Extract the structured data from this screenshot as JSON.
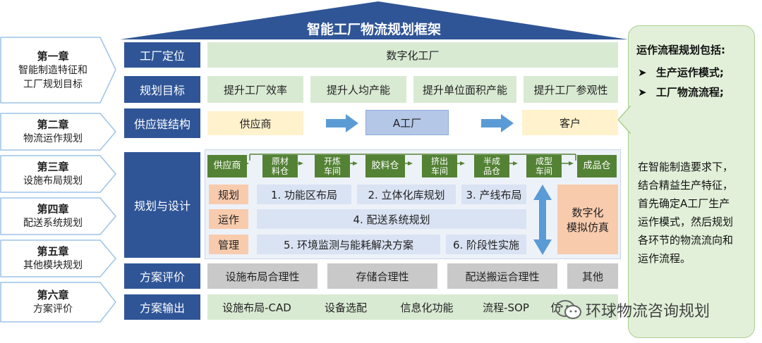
{
  "title": "智能工厂物流规划框架",
  "chapters": [
    {
      "num": "第一章",
      "name": "智能制造特征和\n工厂规划目标"
    },
    {
      "num": "第二章",
      "name": "物流运作规划"
    },
    {
      "num": "第三章",
      "name": "设施布局规划"
    },
    {
      "num": "第四章",
      "name": "配送系统规划"
    },
    {
      "num": "第五章",
      "name": "其他模块规划"
    },
    {
      "num": "第六章",
      "name": "方案评价"
    }
  ],
  "rows": {
    "positioning": {
      "label": "工厂定位",
      "value": "数字化工厂"
    },
    "goals": {
      "label": "规划目标",
      "items": [
        "提升工厂效率",
        "提升人均产能",
        "提升单位面积产能",
        "提升工厂参观性"
      ]
    },
    "supply": {
      "label": "供应链结构",
      "items": [
        "供应商",
        "A工厂",
        "客户"
      ]
    },
    "design": {
      "label": "规划与设计",
      "flow": [
        "供应商",
        "原材\n料仓",
        "开炼\n车间",
        "胶料仓",
        "挤出\n车间",
        "半成\n品仓",
        "成型\n车间",
        "成品仓"
      ],
      "categories": [
        "规划",
        "运作",
        "管理"
      ],
      "modules": {
        "m1": "1. 功能区布局",
        "m2": "2. 立体化库规划",
        "m3": "3. 产线布局",
        "m4": "4. 配送系统规划",
        "m5": "5. 环境监测与能耗解决方案",
        "m6": "6. 阶段性实施"
      },
      "sim": "数字化\n模拟仿真"
    },
    "evaluation": {
      "label": "方案评价",
      "items": [
        "设施布局合理性",
        "存储合理性",
        "配送搬运合理性",
        "其他"
      ]
    },
    "output": {
      "label": "方案输出",
      "items": [
        "设施布局-CAD",
        "设备选配",
        "信息化功能",
        "流程-SOP",
        "仿"
      ]
    }
  },
  "sidebar": {
    "heading": "运作流程规划包括:",
    "bullets": [
      "生产运作模式;",
      "工厂物流流程;"
    ],
    "body": "在智能制造要求下，\n结合精益生产特征，\n首先确定A工厂生产\n运作模式，然后规划\n各环节的物流流向和\n运作流程。"
  },
  "watermark": "环球物流咨询规划",
  "colors": {
    "navy": "#2f5597",
    "green_box": "#d9ead3",
    "node_green": "#548235",
    "gray_box": "#c9c9c9",
    "peach": "#f8cbad",
    "light_blue": "#dae3f3",
    "yellow": "#fff2cc",
    "sidebar_bg": "#e2f0d9",
    "arrow_blue": "#5b9bd5"
  }
}
